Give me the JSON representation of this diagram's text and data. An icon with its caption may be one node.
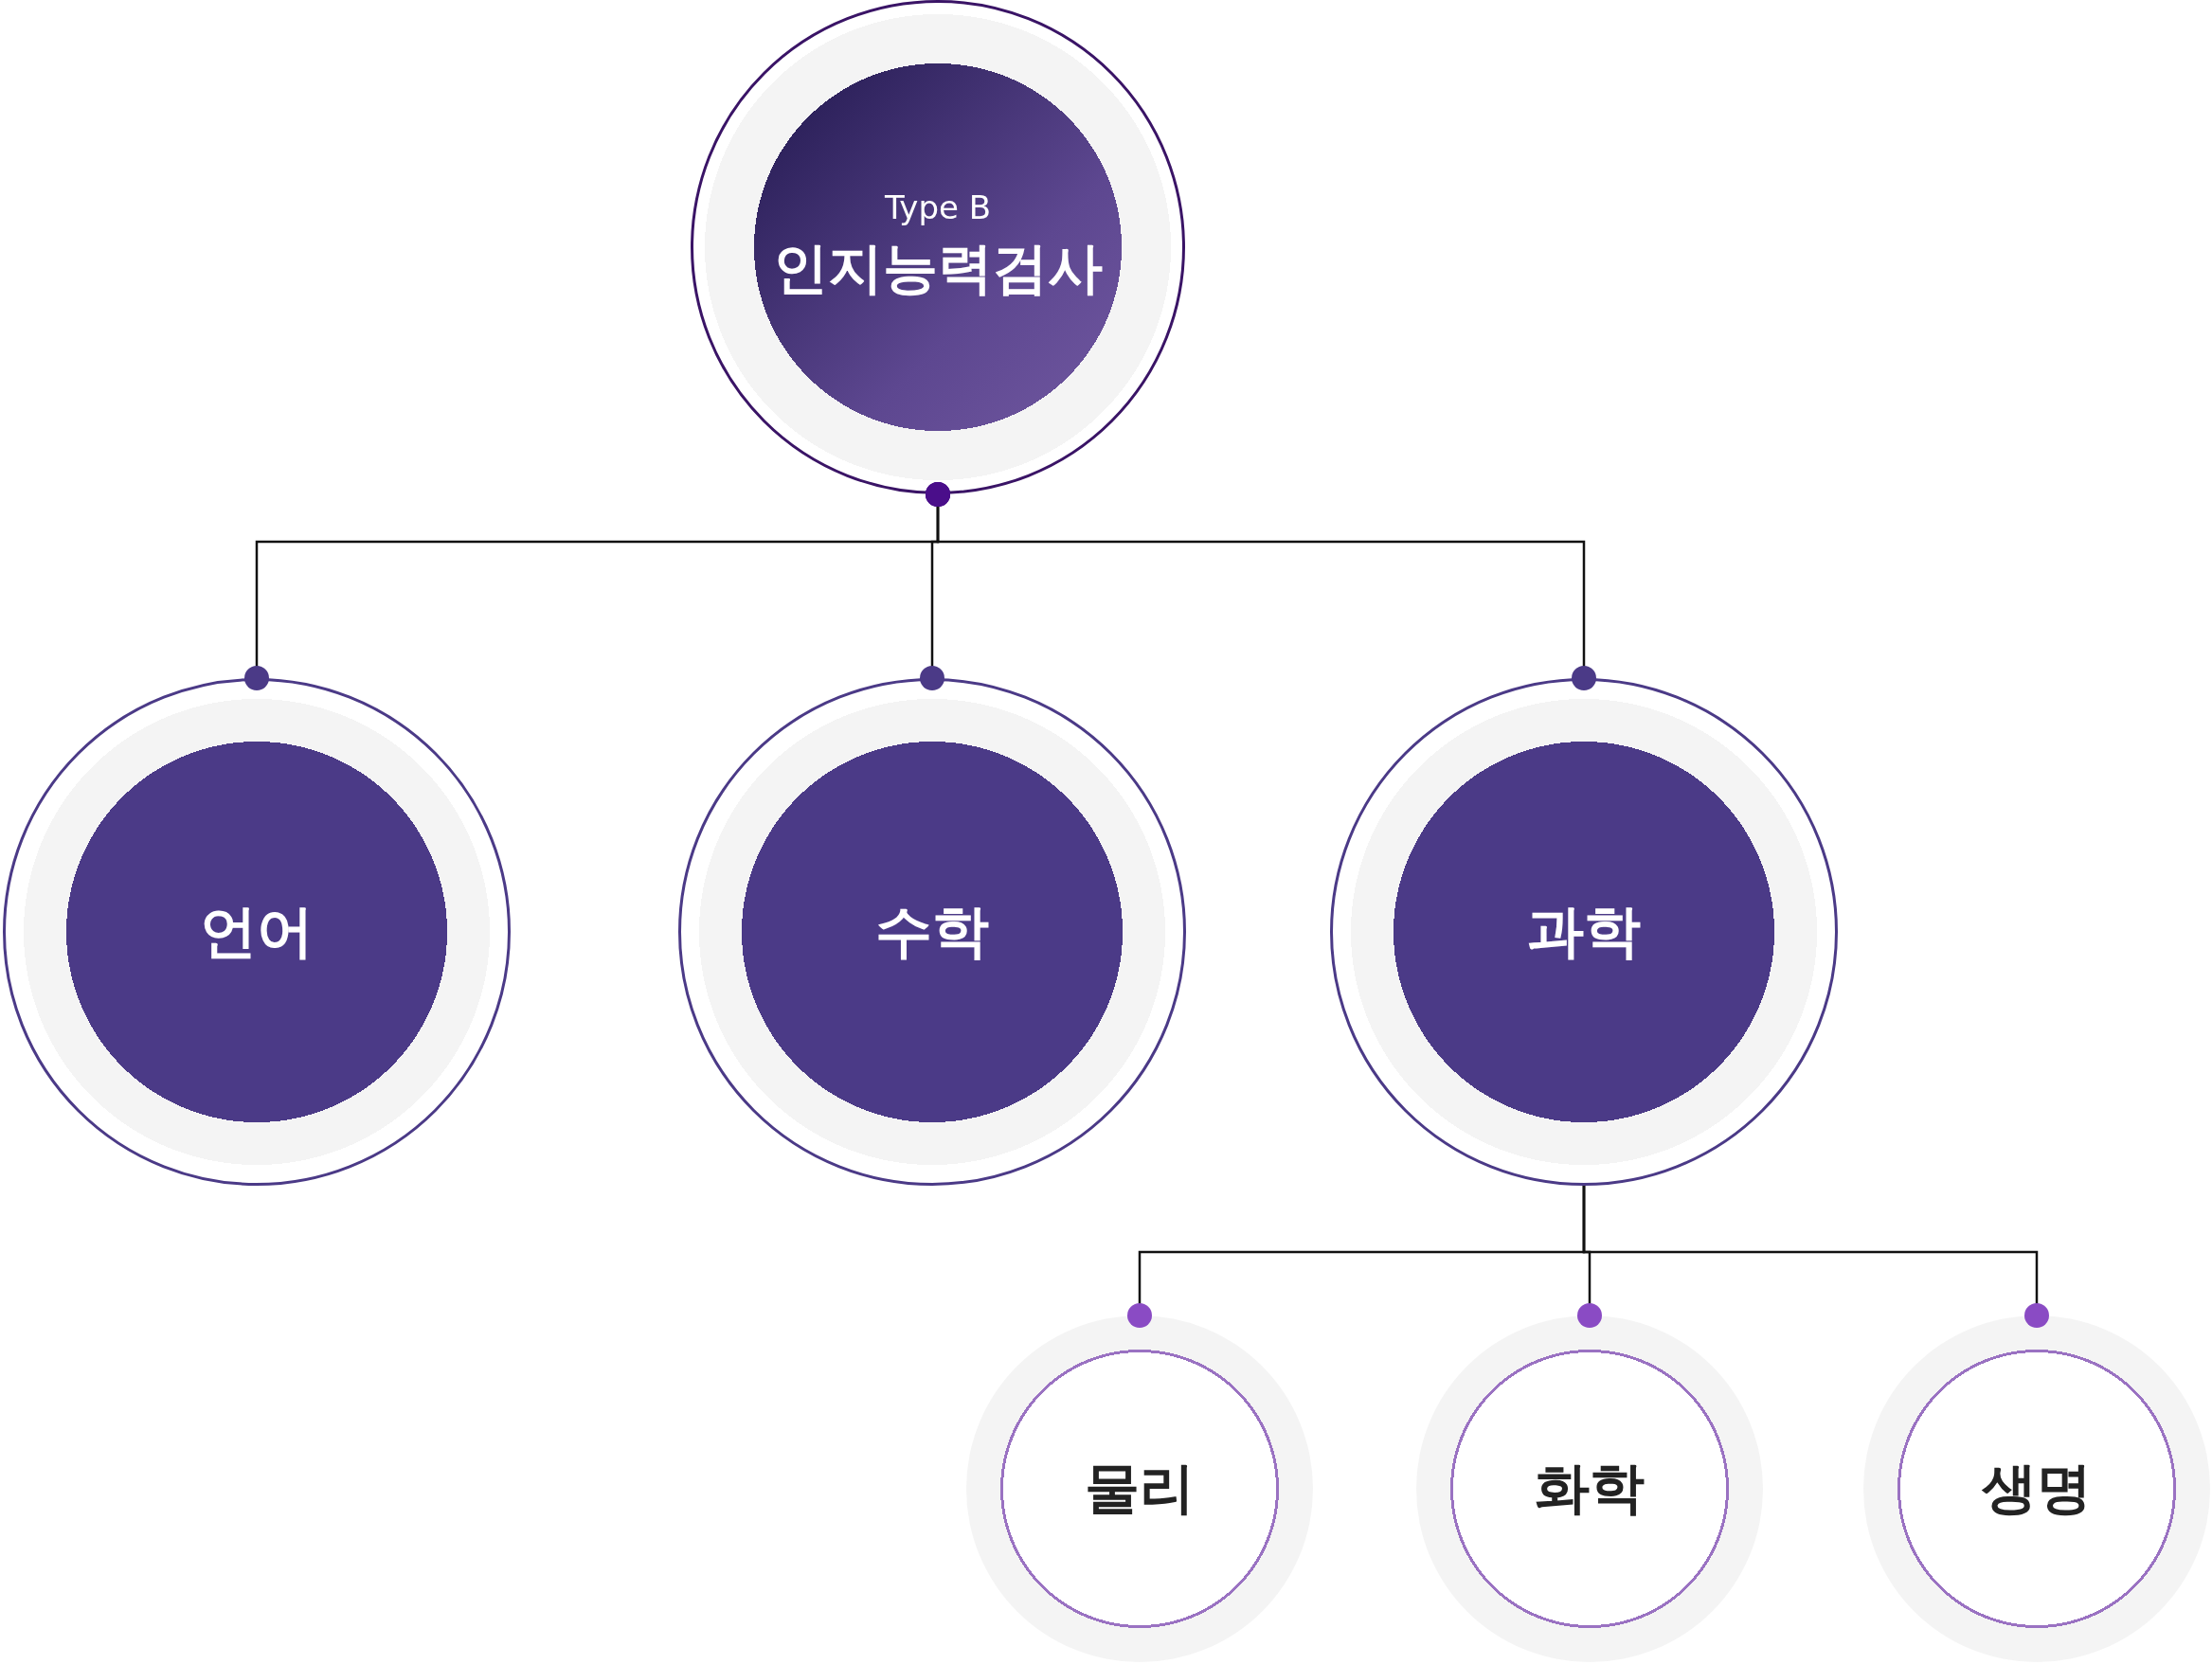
{
  "diagram": {
    "nodes": [
      {
        "text": [
          "Type B",
          "인지능력검사"
        ]
      },
      {
        "text": [
          "언어"
        ]
      },
      {
        "text": [
          "수학"
        ]
      },
      {
        "text": [
          "과학"
        ]
      },
      {
        "text": [
          "물리"
        ]
      },
      {
        "text": [
          "화학"
        ]
      },
      {
        "text": [
          "생명"
        ]
      }
    ],
    "edges": [
      {
        "from": 0,
        "to": 1,
        "arrow": "other"
      },
      {
        "from": 0,
        "to": 2,
        "arrow": "other"
      },
      {
        "from": 0,
        "to": 3,
        "arrow": "other"
      },
      {
        "from": 3,
        "to": 4,
        "arrow": "other"
      },
      {
        "from": 3,
        "to": 5,
        "arrow": "other"
      },
      {
        "from": 3,
        "to": 6,
        "arrow": "other"
      }
    ]
  }
}
